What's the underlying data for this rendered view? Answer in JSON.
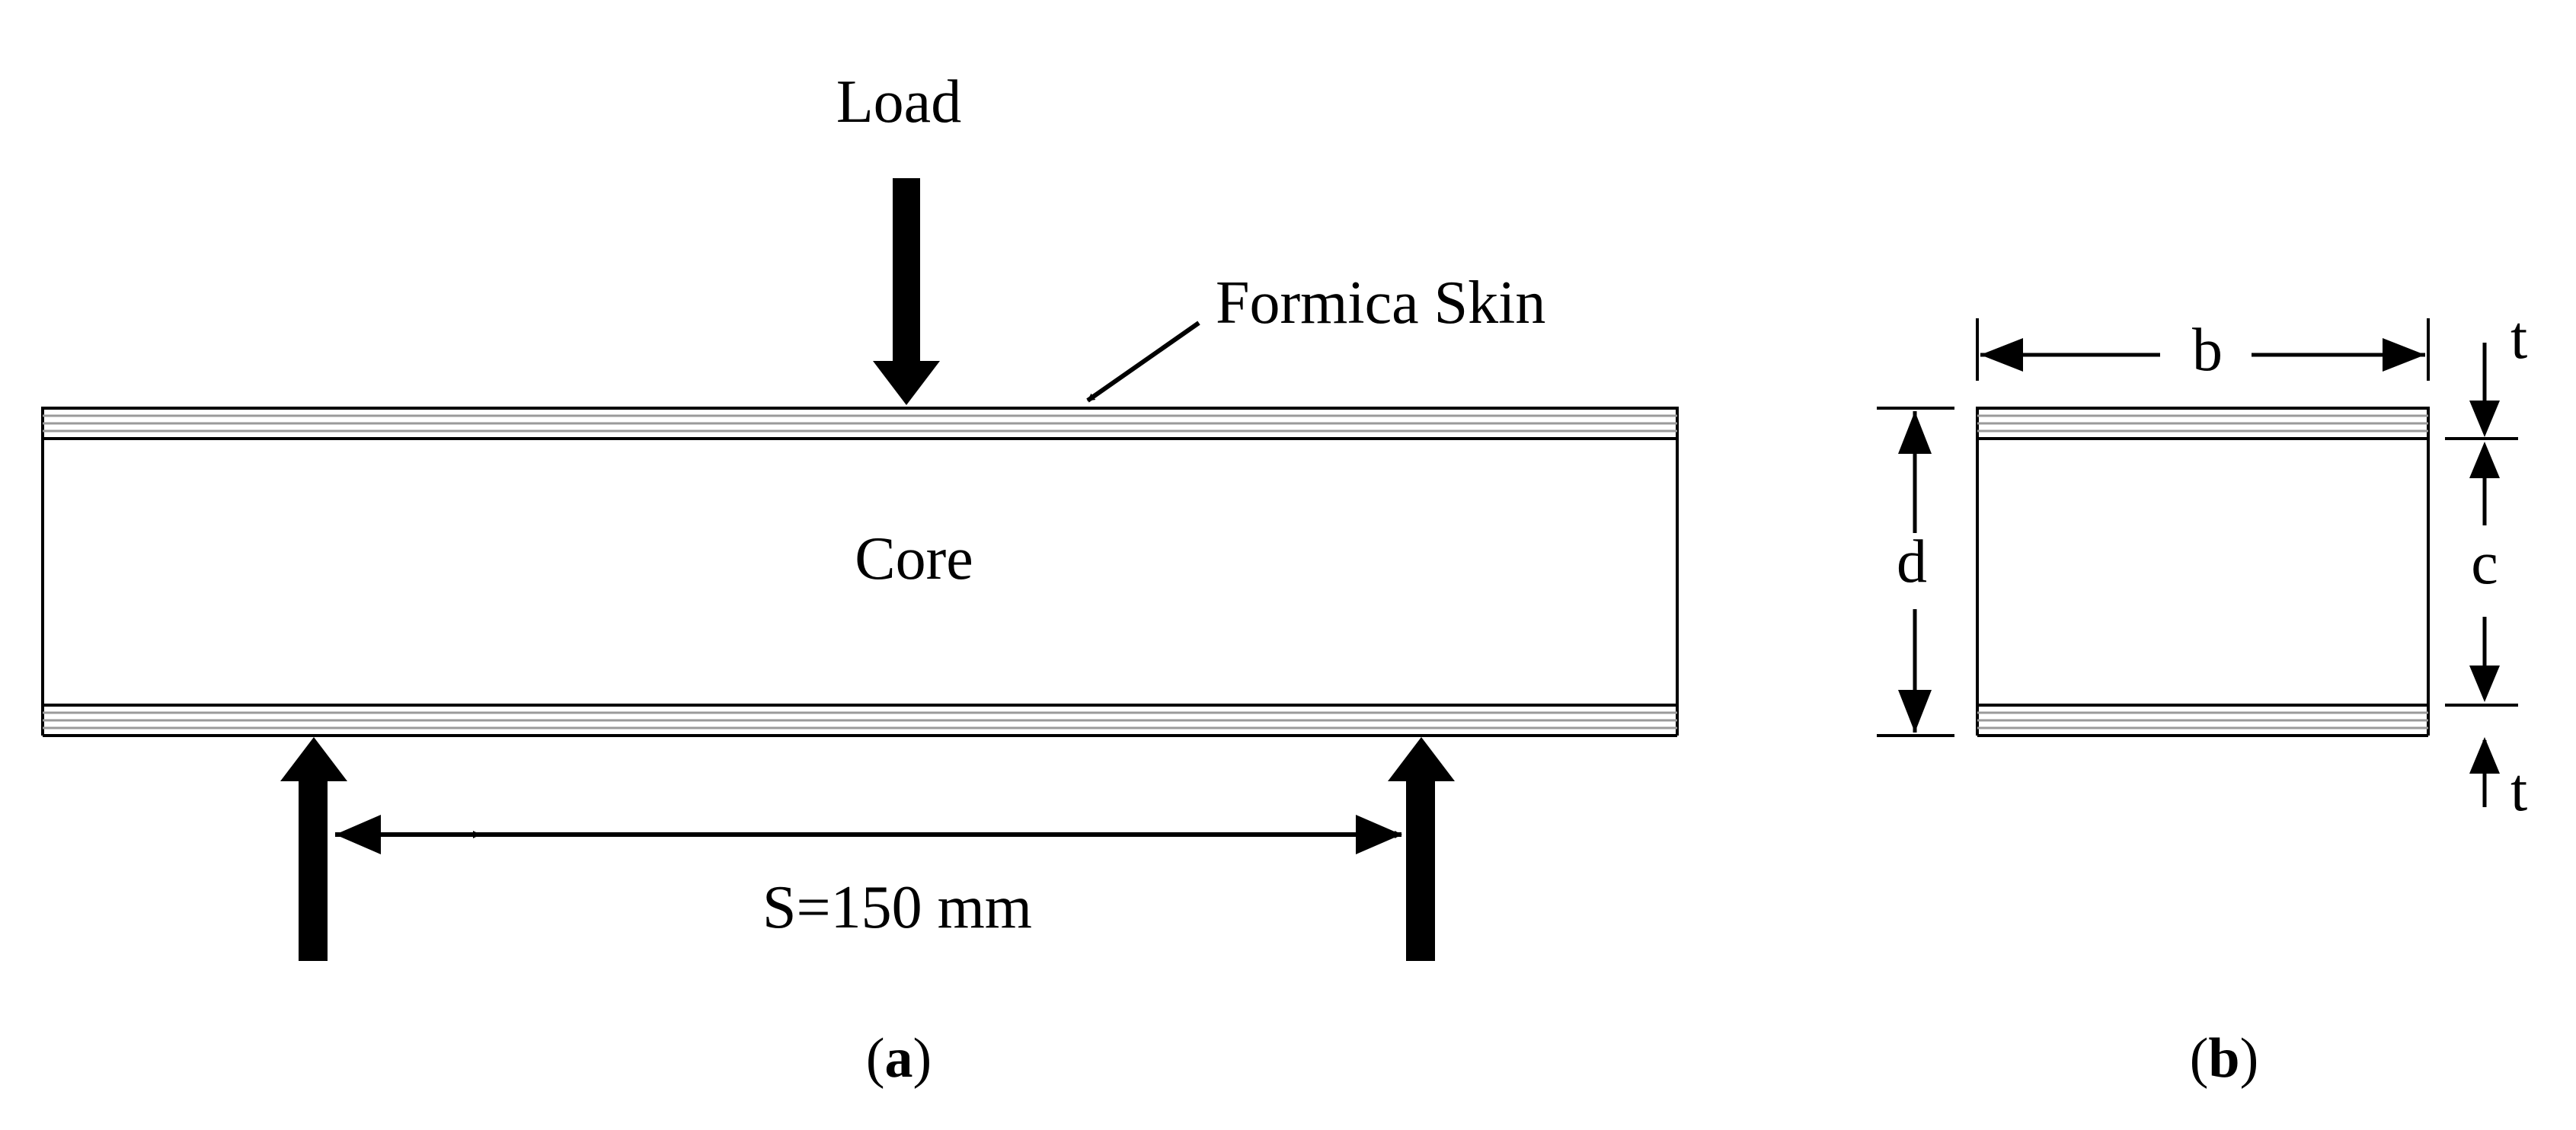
{
  "panel_a": {
    "load_label": "Load",
    "skin_label": "Formica Skin",
    "core_label": "Core",
    "span_label": "S=150 mm",
    "caption_open": "(",
    "caption_letter": "a",
    "caption_close": ")"
  },
  "panel_b": {
    "width_label": "b",
    "depth_label": "d",
    "core_label": "c",
    "top_skin_label": "t",
    "bottom_skin_label": "t",
    "caption_open": "(",
    "caption_letter": "b",
    "caption_close": ")"
  },
  "colors": {
    "line": "#000000",
    "skin_stripes": "#9a9a9a",
    "background": "#ffffff"
  }
}
